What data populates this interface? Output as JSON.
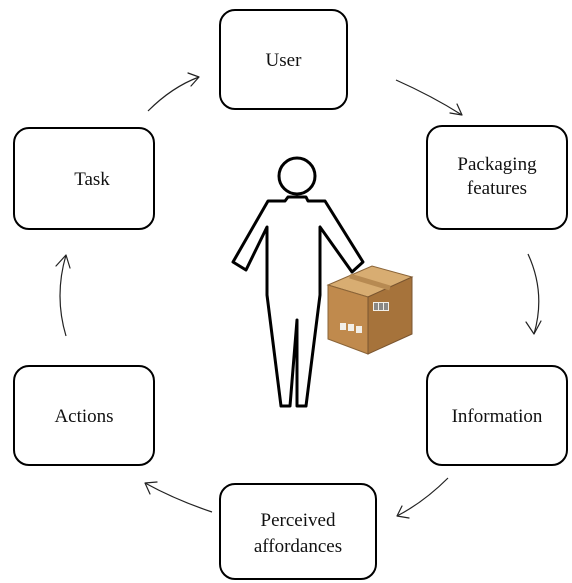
{
  "nodes": {
    "user": "User",
    "packaging_line1": "Packaging",
    "packaging_line2": "features",
    "information": "Information",
    "perceived_line1": "Perceived",
    "perceived_line2": "affordances",
    "actions": "Actions",
    "task": "Task"
  },
  "cycle_order": [
    "User",
    "Packaging features",
    "Information",
    "Perceived affordances",
    "Actions",
    "Task"
  ],
  "icons": {
    "center_figure": "person-outline-icon",
    "package": "cardboard-box-icon"
  },
  "colors": {
    "box_stroke": "#000000",
    "box_fill": "#ffffff",
    "cardboard": "#c89a5e"
  }
}
